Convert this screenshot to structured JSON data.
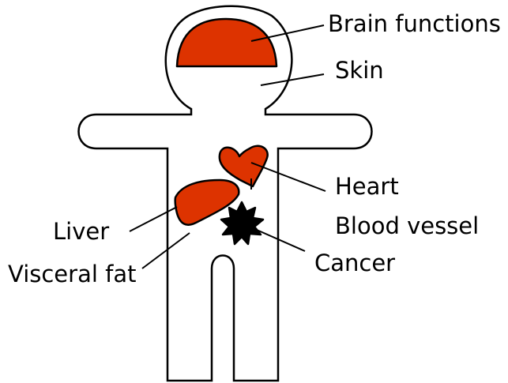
{
  "diagram": {
    "labels": {
      "brain": "Brain functions",
      "skin": "Skin",
      "heart": "Heart",
      "blood_vessel": "Blood vessel",
      "liver": "Liver",
      "cancer": "Cancer",
      "visceral_fat": "Visceral fat"
    },
    "colors": {
      "organ_fill": "#dd3300",
      "cancer_fill": "#000000",
      "outline": "#000000",
      "background": "#ffffff"
    }
  }
}
